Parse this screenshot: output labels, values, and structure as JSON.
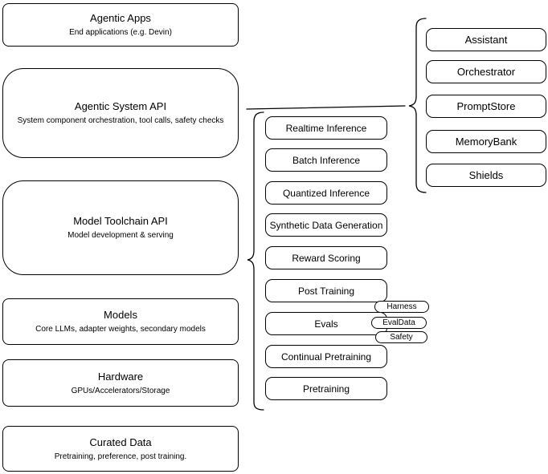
{
  "diagram": {
    "left_column": [
      {
        "title": "Agentic Apps",
        "subtitle": "End applications (e.g. Devin)"
      },
      {
        "title": "Agentic System API",
        "subtitle": "System component orchestration, tool calls, safety checks"
      },
      {
        "title": "Model Toolchain API",
        "subtitle": "Model development & serving"
      },
      {
        "title": "Models",
        "subtitle": "Core LLMs, adapter weights, secondary models"
      },
      {
        "title": "Hardware",
        "subtitle": "GPUs/Accelerators/Storage"
      },
      {
        "title": "Curated Data",
        "subtitle": "Pretraining, preference, post training."
      }
    ],
    "toolchain_items": [
      {
        "label": "Realtime Inference"
      },
      {
        "label": "Batch Inference"
      },
      {
        "label": "Quantized Inference"
      },
      {
        "label": "Synthetic Data Generation"
      },
      {
        "label": "Reward Scoring"
      },
      {
        "label": "Post Training"
      },
      {
        "label": "Evals"
      },
      {
        "label": "Continual Pretraining"
      },
      {
        "label": "Pretraining"
      }
    ],
    "eval_tags": [
      {
        "label": "Harness"
      },
      {
        "label": "EvalData"
      },
      {
        "label": "Safety"
      }
    ],
    "system_components": [
      {
        "label": "Assistant"
      },
      {
        "label": "Orchestrator"
      },
      {
        "label": "PromptStore"
      },
      {
        "label": "MemoryBank"
      },
      {
        "label": "Shields"
      }
    ],
    "colors": {
      "stroke": "#000000",
      "background": "#ffffff",
      "text": "#000000"
    }
  }
}
